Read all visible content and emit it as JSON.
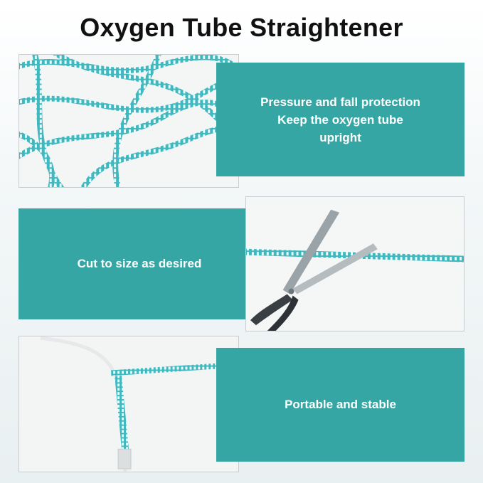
{
  "title": "Oxygen Tube Straightener",
  "panels": [
    {
      "lines": [
        "Pressure and fall protection",
        "Keep the oxygen tube",
        "upright"
      ],
      "image": "coiled-tubes-photo"
    },
    {
      "lines": [
        "Cut to size as desired"
      ],
      "image": "scissors-cutting-photo"
    },
    {
      "lines": [
        "Portable and stable"
      ],
      "image": "cannula-tube-photo"
    }
  ],
  "colors": {
    "accent": "#36a6a5",
    "tube": "#4fc3c7",
    "text_dark": "#111111"
  }
}
